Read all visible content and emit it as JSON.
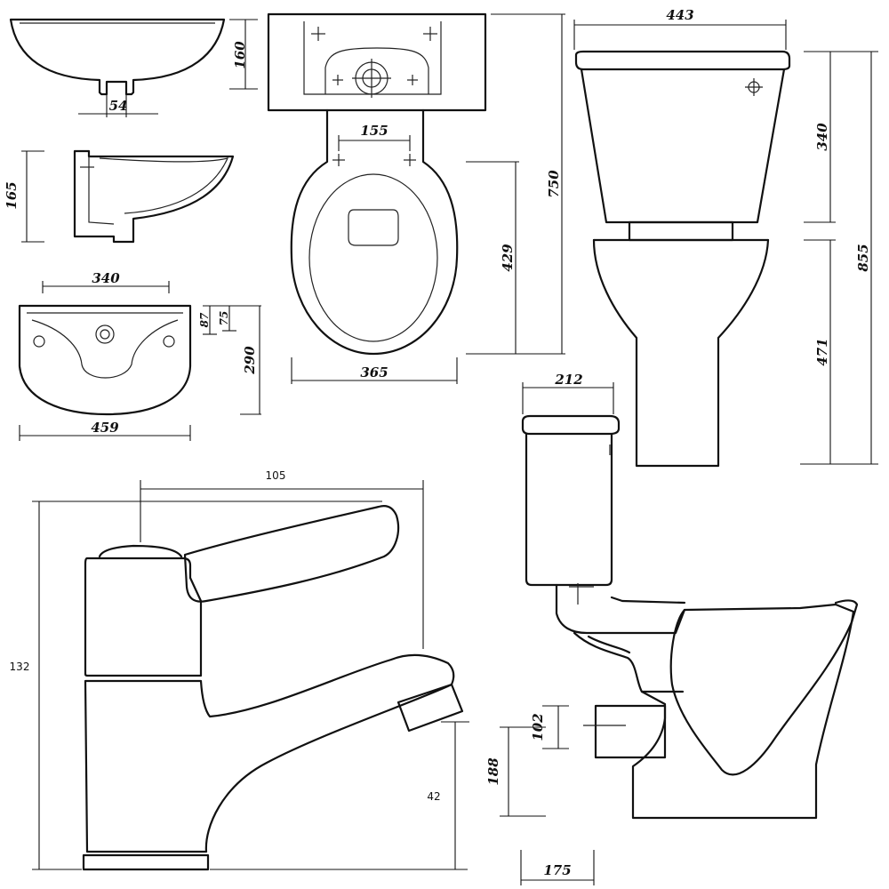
{
  "dimensions": {
    "basin_top_height": "160",
    "basin_waste_width": "54",
    "basin_side_height": "165",
    "basin_plan_inner_width": "340",
    "basin_plan_outer_width": "459",
    "basin_plan_depth": "290",
    "basin_tap_offset_a": "87",
    "basin_tap_offset_b": "75",
    "wc_fixing_centres": "155",
    "wc_plan_width": "365",
    "wc_seat_height": "429",
    "wc_overall_depth": "750",
    "cistern_width": "443",
    "cistern_height": "340",
    "wc_overall_height": "855",
    "pan_height": "471",
    "cistern_side_depth": "212",
    "outlet_height": "102",
    "outlet_base_height": "188",
    "outlet_setback": "175",
    "tap_reach": "105",
    "tap_height": "132",
    "tap_spout_height": "42"
  }
}
